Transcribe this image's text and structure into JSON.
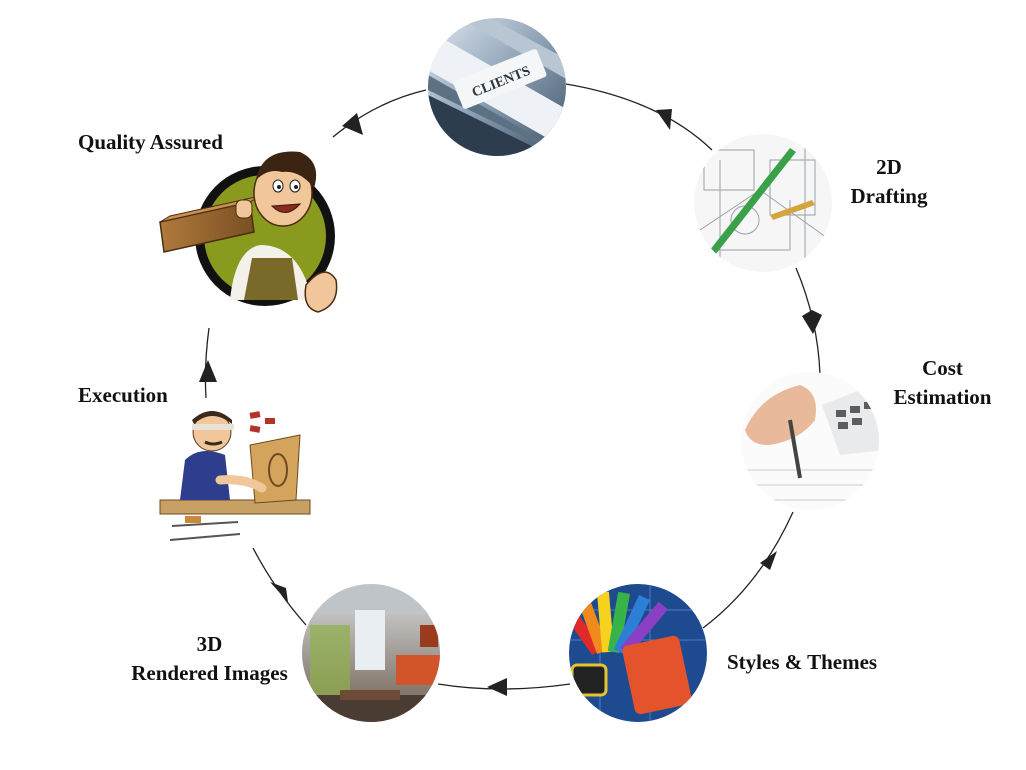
{
  "diagram": {
    "nodes": {
      "clients": {
        "image_text": "CLIENTS",
        "icon": "clients-folder-icon"
      },
      "drafting": {
        "label_line1": "2D",
        "label_line2": "Drafting",
        "icon": "blueprint-drafting-icon"
      },
      "cost": {
        "label_line1": "Cost",
        "label_line2": "Estimation",
        "icon": "calculator-pen-icon"
      },
      "styles": {
        "label": "Styles & Themes",
        "icon": "color-swatch-icon"
      },
      "rendered": {
        "label_line1": "3D",
        "label_line2": "Rendered Images",
        "icon": "rendered-interior-icon"
      },
      "execution": {
        "label": "Execution",
        "icon": "carpenter-working-icon"
      },
      "quality": {
        "label": "Quality Assured",
        "icon": "carpenter-thumbs-up-icon"
      }
    },
    "colors": {
      "line": "#222222",
      "label": "#111111",
      "clients_steel": "#8a9fb4",
      "drafting_green": "#3aa04a",
      "swatch_accent": "#e5532d",
      "quality_ring": "#8a9a1e"
    },
    "flow_direction": "clockwise"
  }
}
